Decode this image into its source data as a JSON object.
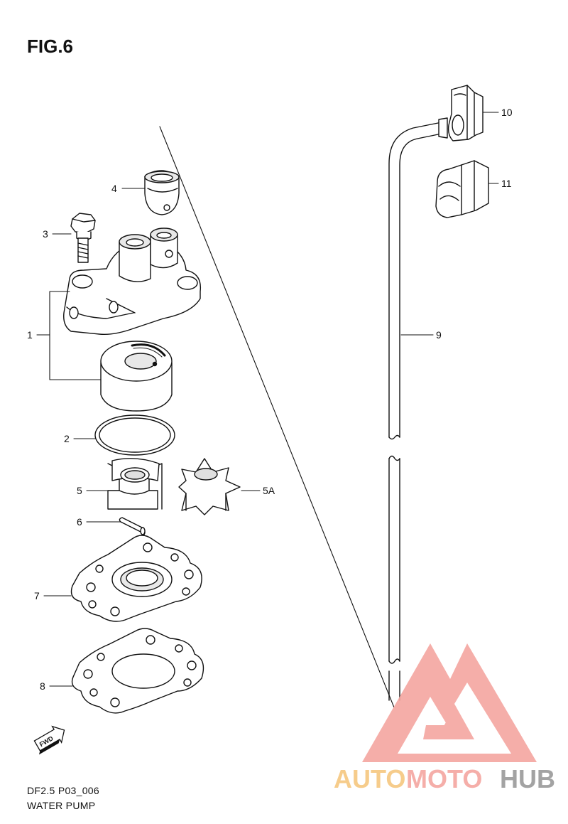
{
  "figure": {
    "title": "FIG.6",
    "code": "DF2.5 P03_006",
    "name": "WATER PUMP"
  },
  "callouts": [
    "1",
    "2",
    "3",
    "4",
    "5",
    "5A",
    "6",
    "7",
    "8",
    "9",
    "10",
    "11"
  ],
  "fwd_label": "FWD",
  "watermark": {
    "part1": "AUTO",
    "part2": "MOTO",
    "part3": "HUB",
    "color_main": "#f5a6a0",
    "color_orange": "#f6c77f",
    "color_dark": "#9a9a9a"
  },
  "colors": {
    "line": "#111111",
    "fill": "#ffffff",
    "shade": "#cfcfcf"
  }
}
